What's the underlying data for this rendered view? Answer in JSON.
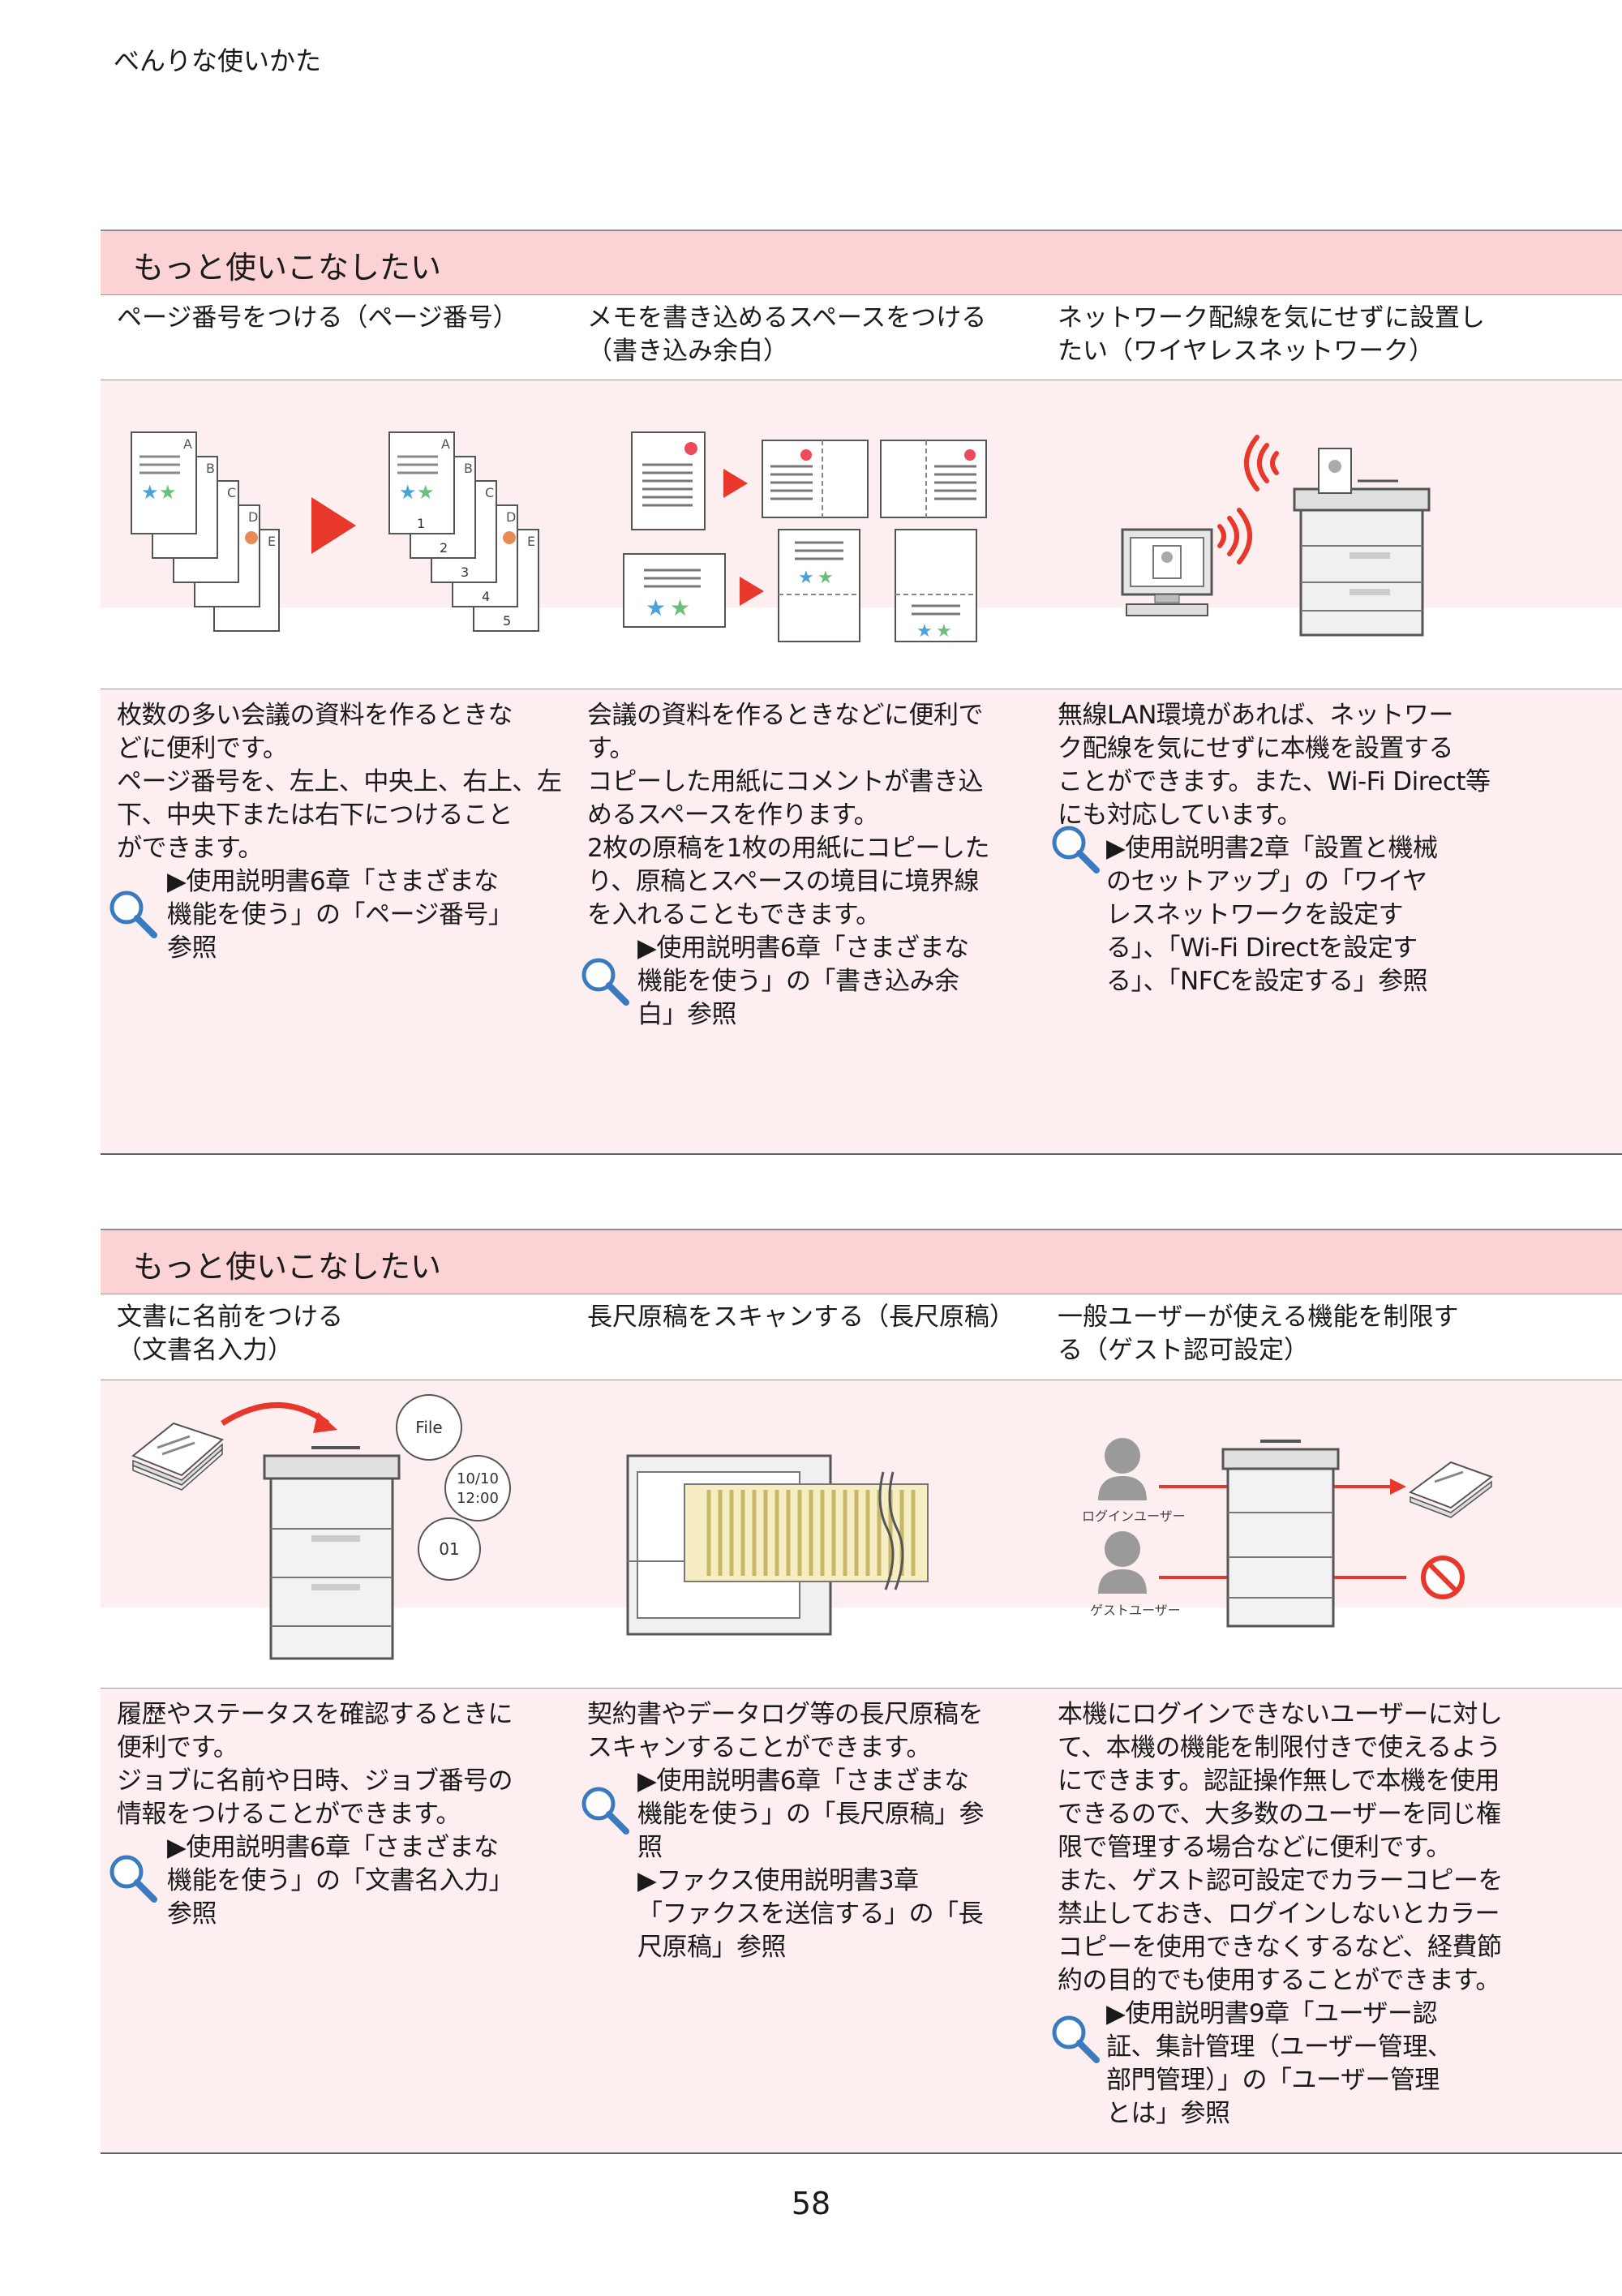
{
  "running_head": "べんりな使いかた",
  "page_number": "58",
  "sections": [
    {
      "title": "もっと使いこなしたい",
      "columns": [
        {
          "title": [
            "ページ番号をつける（ページ番号）"
          ],
          "text": [
            "枚数の多い会議の資料を作るときな",
            "どに便利です。",
            "ページ番号を、左上、中央上、右上、左",
            "下、中央下または右下につけること",
            "ができます。"
          ],
          "ref": [
            "▶使用説明書6章「さまざまな",
            "機能を使う」の「ページ番号」",
            "参照"
          ],
          "illustration": {
            "page_letters": [
              "A",
              "B",
              "C",
              "D",
              "E"
            ],
            "page_numbers": [
              "1",
              "2",
              "3",
              "4",
              "5"
            ]
          }
        },
        {
          "title": [
            "メモを書き込めるスペースをつける",
            "（書き込み余白）"
          ],
          "text": [
            "会議の資料を作るときなどに便利で",
            "す。",
            "コピーした用紙にコメントが書き込",
            "めるスペースを作ります。",
            "2枚の原稿を1枚の用紙にコピーした",
            "り、原稿とスペースの境目に境界線",
            "を入れることもできます。"
          ],
          "ref": [
            "▶使用説明書6章「さまざまな",
            "機能を使う」の「書き込み余",
            "白」参照"
          ]
        },
        {
          "title": [
            "ネットワーク配線を気にせずに設置し",
            "たい（ワイヤレスネットワーク）"
          ],
          "text": [
            "無線LAN環境があれば、ネットワー",
            "ク配線を気にせずに本機を設置する",
            "ことができます。また、Wi-Fi Direct等",
            "にも対応しています。"
          ],
          "ref": [
            "▶使用説明書2章「設置と機械",
            "のセットアップ」の「ワイヤ",
            "レスネットワークを設定す",
            "る」、「Wi-Fi Directを設定す",
            "る」、「NFCを設定する」参照"
          ]
        }
      ]
    },
    {
      "title": "もっと使いこなしたい",
      "columns": [
        {
          "title": [
            "文書に名前をつける",
            "（文書名入力）"
          ],
          "text": [
            "履歴やステータスを確認するときに",
            "便利です。",
            "ジョブに名前や日時、ジョブ番号の",
            "情報をつけることができます。"
          ],
          "ref": [
            "▶使用説明書6章「さまざまな",
            "機能を使う」の「文書名入力」",
            "参照"
          ],
          "illustration": {
            "bubble_file": "File",
            "bubble_date": "10/10",
            "bubble_time": "12:00",
            "bubble_num": "01"
          }
        },
        {
          "title": [
            "長尺原稿をスキャンする（長尺原稿）"
          ],
          "text": [
            "契約書やデータログ等の長尺原稿を",
            "スキャンすることができます。"
          ],
          "ref": [
            "▶使用説明書6章「さまざまな",
            "機能を使う」の「長尺原稿」参",
            "照",
            "▶ファクス使用説明書3章",
            "「ファクスを送信する」の「長",
            "尺原稿」参照"
          ]
        },
        {
          "title": [
            "一般ユーザーが使える機能を制限す",
            "る（ゲスト認可設定）"
          ],
          "text": [
            "本機にログインできないユーザーに対し",
            "て、本機の機能を制限付きで使えるよう",
            "にできます。認証操作無しで本機を使用",
            "できるので、大多数のユーザーを同じ権",
            "限で管理する場合などに便利です。",
            "また、ゲスト認可設定でカラーコピーを",
            "禁止しておき、ログインしないとカラー",
            "コピーを使用できなくするなど、経費節",
            "約の目的でも使用することができます。"
          ],
          "ref": [
            "▶使用説明書9章「ユーザー認",
            "証、集計管理（ユーザー管理、",
            "部門管理）」の「ユーザー管理",
            "とは」参照"
          ],
          "illustration": {
            "login_user": "ログインユーザー",
            "guest_user": "ゲストユーザー"
          }
        }
      ]
    }
  ],
  "colors": {
    "header_pink": "#fcd3d5",
    "body_pink": "#fdeff0",
    "accent_red": "#e8372b",
    "star_blue": "#4aa3d8",
    "star_green": "#69bf7a",
    "magnifier_blue": "#3a7bbf"
  }
}
